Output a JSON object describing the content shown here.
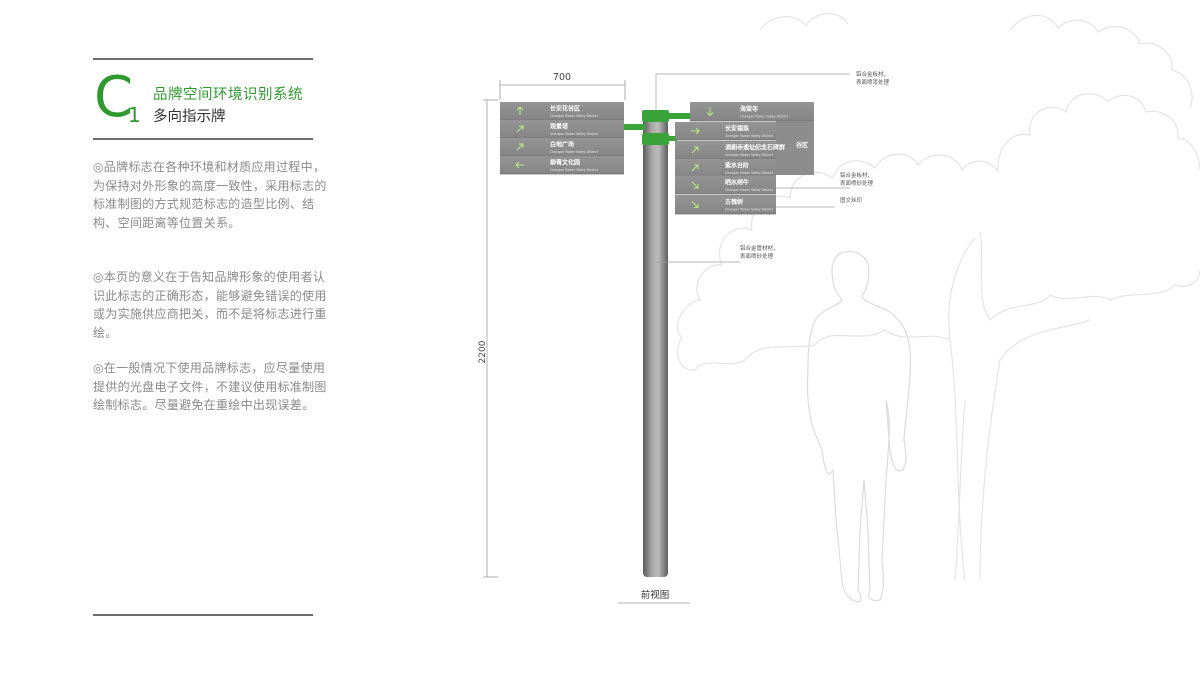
{
  "header": {
    "code_letter": "C",
    "code_number": "1",
    "title": "品牌空间环境识别系统",
    "subtitle": "多向指示牌"
  },
  "paragraphs": [
    "◎品牌标志在各种环境和材质应用过程中，为保持对外形象的高度一致性，采用标志的标准制图的方式规范标志的造型比例、结构、空间距离等位置关系。",
    "◎本页的意义在于告知品牌形象的使用者认识此标志的正确形态，能够避免错误的使用或为实施供应商把关，而不是将标志进行重绘。",
    "◎在一般情况下使用品牌标志，应尽量使用提供的光盘电子文件，不建议使用标准制图绘制标志。尽量避免在重绘中出现误差。"
  ],
  "drawing": {
    "width_dim": "700",
    "height_dim": "2200",
    "view_label": "前视图",
    "sub_en": "Changan flower Valley District",
    "left_signs": [
      {
        "icon": "arrow-up",
        "name": "长安花谷区"
      },
      {
        "icon": "arrow-up-right",
        "name": "观景塔"
      },
      {
        "icon": "arrow-up-right",
        "name": "白地广场"
      },
      {
        "icon": "arrow-left",
        "name": "柳青文化园"
      }
    ],
    "right_top_sign": {
      "icon": "arrow-down",
      "name": "海棠寺"
    },
    "right_signs": [
      {
        "icon": "arrow-right",
        "name": "长安福珠"
      },
      {
        "icon": "arrow-up-right",
        "name": "调期寺遗址纪念石碑群"
      },
      {
        "icon": "arrow-up-right",
        "name": "紫水台阶"
      },
      {
        "icon": "arrow-down-right",
        "name": "晒水闸牛"
      },
      {
        "icon": "arrow-down-right",
        "name": "古槐树"
      }
    ],
    "hidden_fragments": [
      "谷区"
    ],
    "callouts": [
      {
        "line1": "铝合金板材，",
        "line2": "表面喷漆处理"
      },
      {
        "line1": "铝合金板材，",
        "line2": "表面喷砂处理"
      },
      {
        "line1": "图文丝印",
        "line2": ""
      },
      {
        "line1": "铝合金管材材，",
        "line2": "表面喷砂处理"
      }
    ]
  },
  "colors": {
    "accent_green": "#2e9a2e",
    "sign_gray": "#8c8c8c",
    "connector_green": "#3aa43a",
    "icon_green": "#b8e986"
  }
}
